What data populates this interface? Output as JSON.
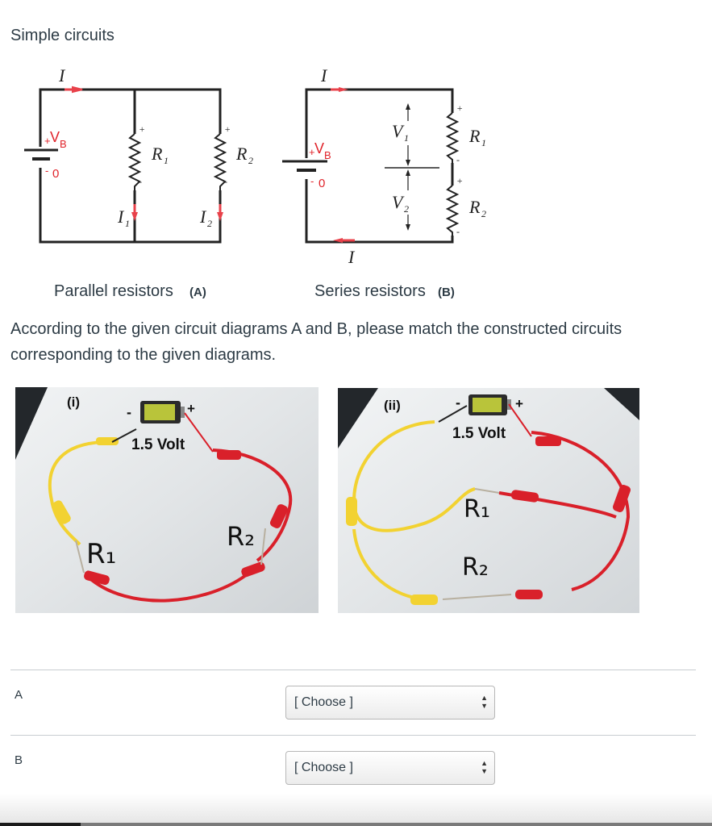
{
  "page": {
    "title": "Simple circuits",
    "question": "According to the given circuit diagrams A and B, please match the constructed circuits corresponding to the given diagrams."
  },
  "diagram_a": {
    "current_label": "I",
    "battery_label": "V",
    "battery_sub": "B",
    "battery_plus": "+",
    "battery_minus": "-",
    "battery_zero": "0",
    "r1": "R",
    "r1_sub": "1",
    "r2": "R",
    "r2_sub": "2",
    "i1": "I",
    "i1_sub": "1",
    "i2": "I",
    "i2_sub": "2",
    "plus": "+",
    "minus": "-",
    "caption": "Parallel resistors",
    "caption_tag": "(A)"
  },
  "diagram_b": {
    "current_label_top": "I",
    "current_label_bottom": "I",
    "battery_label": "V",
    "battery_sub": "B",
    "battery_plus": "+",
    "battery_minus": "-",
    "battery_zero": "0",
    "v1": "V",
    "v1_sub": "1",
    "v2": "V",
    "v2_sub": "2",
    "r1": "R",
    "r1_sub": "1",
    "r2": "R",
    "r2_sub": "2",
    "plus": "+",
    "minus": "-",
    "caption": "Series resistors",
    "caption_tag": "(B)"
  },
  "photo_i": {
    "label": "(i)",
    "minus": "-",
    "plus": "+",
    "voltage": "1.5 Volt",
    "r1": "R₁",
    "r2": "R₂"
  },
  "photo_ii": {
    "label": "(ii)",
    "minus": "-",
    "plus": "+",
    "voltage": "1.5 Volt",
    "r1": "R₁",
    "r2": "R₂"
  },
  "matching": {
    "rows": [
      {
        "label": "A",
        "selected": "[ Choose ]"
      },
      {
        "label": "B",
        "selected": "[ Choose ]"
      }
    ]
  },
  "colors": {
    "wire": "#222222",
    "current_arrow": "#e8414a",
    "voltage_label": "#e0242b",
    "yellow_wire": "#f2d231",
    "red_wire": "#d9202a"
  }
}
